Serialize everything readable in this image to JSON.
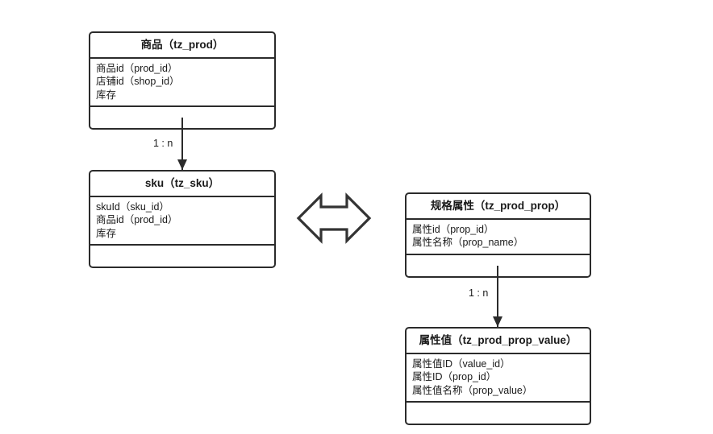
{
  "diagram": {
    "type": "entity-relationship",
    "background_color": "#ffffff",
    "line_color": "#2b2b2b",
    "text_color": "#1a1a1a",
    "entities": [
      {
        "id": "prod",
        "title": "商品（tz_prod）",
        "attributes": [
          "商品id（prod_id）",
          "店铺id（shop_id）",
          "库存"
        ],
        "footer": ""
      },
      {
        "id": "sku",
        "title": "sku（tz_sku）",
        "attributes": [
          "skuId（sku_id）",
          "商品id（prod_id）",
          "库存"
        ],
        "footer": ""
      },
      {
        "id": "prop",
        "title": "规格属性（tz_prod_prop）",
        "attributes": [
          "属性id（prop_id）",
          "属性名称（prop_name）"
        ],
        "footer": ""
      },
      {
        "id": "propvalue",
        "title": "属性值（tz_prod_prop_value）",
        "attributes": [
          "属性值ID（value_id）",
          "属性ID（prop_id）",
          "属性值名称（prop_value）"
        ],
        "footer": ""
      }
    ],
    "relations": [
      {
        "id": "prod-sku",
        "from": "prod",
        "to": "sku",
        "label": "1 : n",
        "style": "arrow-down"
      },
      {
        "id": "prop-propvalue",
        "from": "prop",
        "to": "propvalue",
        "label": "1 : n",
        "style": "arrow-down"
      }
    ],
    "connector_arrow": {
      "id": "sku-prop-link",
      "icon": "double-headed-arrow-icon",
      "direction": "left-right",
      "label": ""
    }
  }
}
